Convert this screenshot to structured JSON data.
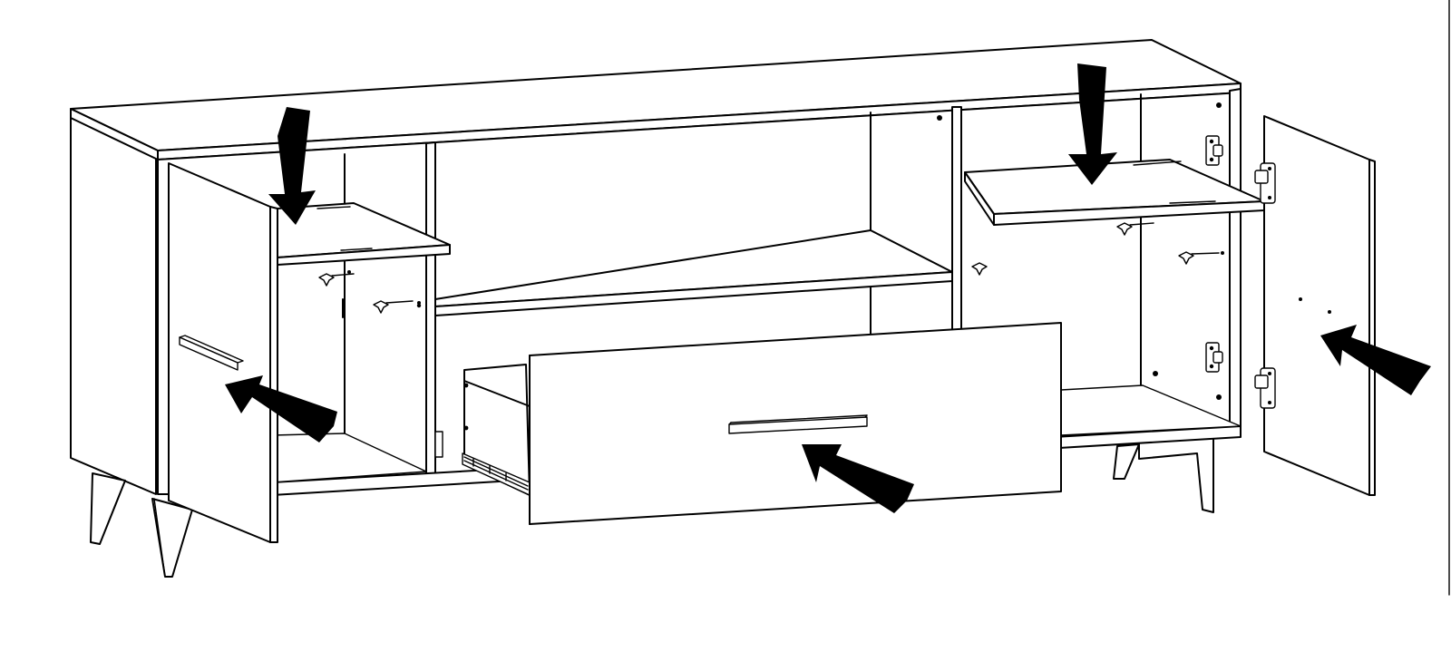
{
  "diagram": {
    "subject": "sideboard-cabinet-assembly",
    "colors": {
      "line": "#000000",
      "background": "#ffffff",
      "arrow": "#000000"
    },
    "arrows": [
      {
        "name": "arrow-left-shelf",
        "icon": "down-arrow-icon"
      },
      {
        "name": "arrow-right-shelf",
        "icon": "down-arrow-icon"
      },
      {
        "name": "arrow-left-door",
        "icon": "pointer-arrow-icon"
      },
      {
        "name": "arrow-drawer-front",
        "icon": "pointer-arrow-icon"
      },
      {
        "name": "arrow-right-door",
        "icon": "pointer-arrow-icon"
      }
    ]
  }
}
